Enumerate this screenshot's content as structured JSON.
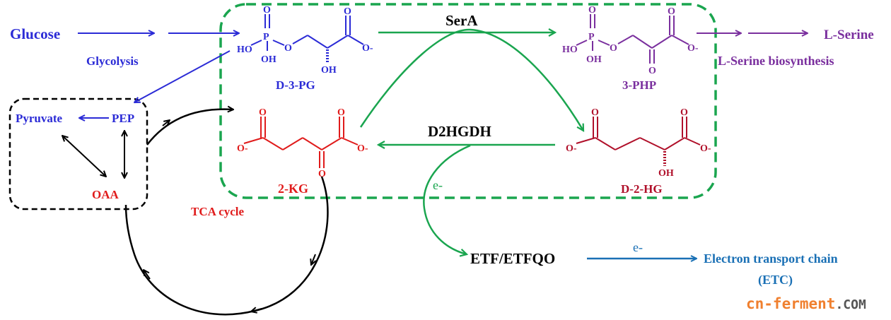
{
  "colors": {
    "glycolysis": "#2b2bd6",
    "serine": "#7a2f9e",
    "tca": "#e01b1b",
    "d2hg": "#b0102a",
    "enzyme_box": "#1aa54f",
    "etc": "#1a70b5",
    "brand_orange": "#f0802f",
    "brand_gray": "#555555"
  },
  "labels": {
    "glucose": "Glucose",
    "glycolysis": "Glycolysis",
    "d3pg": "D-3-PG",
    "sera": "SerA",
    "php": "3-PHP",
    "lserine": "L-Serine",
    "lserine_bio": "L-Serine biosynthesis",
    "pyruvate": "Pyruvate",
    "pep": "PEP",
    "oaa": "OAA",
    "kg": "2-KG",
    "d2hgdh": "D2HGDH",
    "d2hg": "D-2-HG",
    "tca": "TCA cycle",
    "electron1": "e-",
    "electron2": "e-",
    "etf": "ETF/ETFQO",
    "etc_line1": "Electron transport chain",
    "etc_line2": "(ETC)"
  },
  "atoms": {
    "O": "O",
    "P": "P",
    "HO": "HO",
    "OH": "OH",
    "Ominus": "O-"
  },
  "watermark": {
    "brand": "cn-ferment",
    "tld": ".COM"
  }
}
